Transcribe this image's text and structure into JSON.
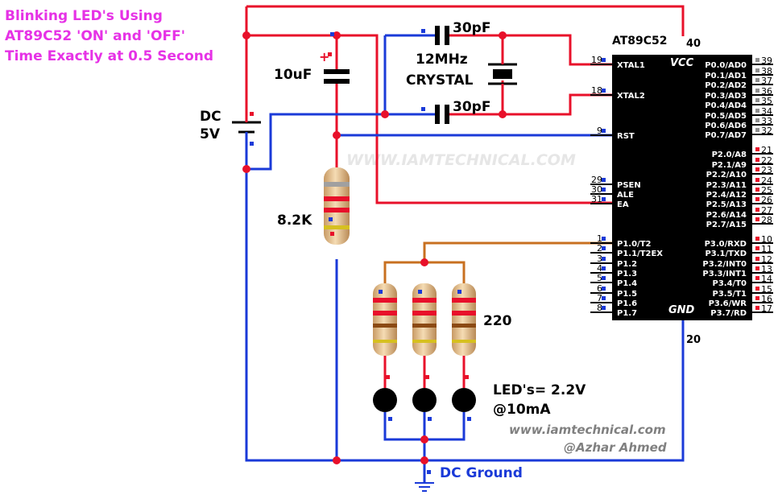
{
  "title": {
    "line1": "Blinking LED's Using",
    "line2": "AT89C52 'ON' and 'OFF'",
    "line3": "Time Exactly at 0.5 Second"
  },
  "components": {
    "dc_source_label1": "DC",
    "dc_source_label2": "5V",
    "capacitor_value": "10uF",
    "capacitor_polarity": "+",
    "crystal_cap_top": "30pF",
    "crystal_cap_bottom": "30pF",
    "crystal_freq": "12MHz",
    "crystal_label": "CRYSTAL",
    "reset_resistor": "8.2K",
    "led_resistor": "220",
    "led_spec1": "LED's= 2.2V",
    "led_spec2": "@10mA",
    "ground_label": "DC Ground"
  },
  "chip": {
    "name": "AT89C52",
    "vcc_label": "VCC",
    "gnd_label": "GND",
    "vcc_pin": "40",
    "gnd_pin": "20",
    "left_pins": [
      {
        "num": "19",
        "label": "XTAL1"
      },
      {
        "num": "18",
        "label": "XTAL2"
      },
      {
        "num": "9",
        "label": "RST"
      },
      {
        "num": "29",
        "label": "PSEN"
      },
      {
        "num": "30",
        "label": "ALE"
      },
      {
        "num": "31",
        "label": "EA"
      },
      {
        "num": "1",
        "label": "P1.0/T2"
      },
      {
        "num": "2",
        "label": "P1.1/T2EX"
      },
      {
        "num": "3",
        "label": "P1.2"
      },
      {
        "num": "4",
        "label": "P1.3"
      },
      {
        "num": "5",
        "label": "P1.4"
      },
      {
        "num": "6",
        "label": "P1.5"
      },
      {
        "num": "7",
        "label": "P1.6"
      },
      {
        "num": "8",
        "label": "P1.7"
      }
    ],
    "right_pins": [
      {
        "num": "39",
        "label": "P0.0/AD0"
      },
      {
        "num": "38",
        "label": "P0.1/AD1"
      },
      {
        "num": "37",
        "label": "P0.2/AD2"
      },
      {
        "num": "36",
        "label": "P0.3/AD3"
      },
      {
        "num": "35",
        "label": "P0.4/AD4"
      },
      {
        "num": "34",
        "label": "P0.5/AD5"
      },
      {
        "num": "33",
        "label": "P0.6/AD6"
      },
      {
        "num": "32",
        "label": "P0.7/AD7"
      },
      {
        "num": "21",
        "label": "P2.0/A8"
      },
      {
        "num": "22",
        "label": "P2.1/A9"
      },
      {
        "num": "23",
        "label": "P2.2/A10"
      },
      {
        "num": "24",
        "label": "P2.3/A11"
      },
      {
        "num": "25",
        "label": "P2.4/A12"
      },
      {
        "num": "26",
        "label": "P2.5/A13"
      },
      {
        "num": "27",
        "label": "P2.6/A14"
      },
      {
        "num": "28",
        "label": "P2.7/A15"
      },
      {
        "num": "10",
        "label": "P3.0/RXD"
      },
      {
        "num": "11",
        "label": "P3.1/TXD"
      },
      {
        "num": "12",
        "label": "P3.2/INT0"
      },
      {
        "num": "13",
        "label": "P3.3/INT1"
      },
      {
        "num": "14",
        "label": "P3.4/T0"
      },
      {
        "num": "15",
        "label": "P3.5/T1"
      },
      {
        "num": "16",
        "label": "P3.6/WR"
      },
      {
        "num": "17",
        "label": "P3.7/RD"
      }
    ]
  },
  "watermark": "WWW.IAMTECHNICAL.COM",
  "credits": {
    "website": "www.iamtechnical.com",
    "author": "@Azhar Ahmed"
  },
  "colors": {
    "title": "#e632e6",
    "wire_red": "#e8102a",
    "wire_blue": "#1a3ad8",
    "wire_orange": "#c87020"
  }
}
